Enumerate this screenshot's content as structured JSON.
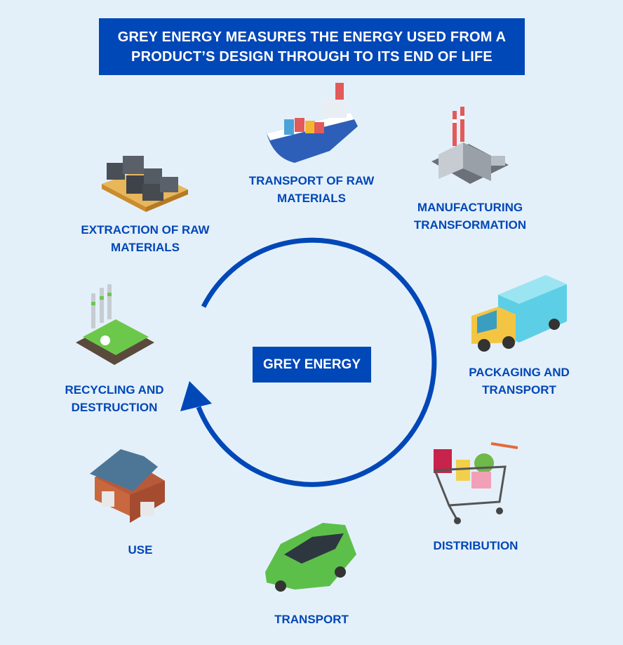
{
  "header": {
    "title_line1": "GREY ENERGY MEASURES THE ENERGY USED FROM A",
    "title_line2": "PRODUCT’S DESIGN THROUGH TO ITS END OF LIFE"
  },
  "center_label": "GREY ENERGY",
  "stages": [
    {
      "id": "extraction",
      "line1": "EXTRACTION OF RAW",
      "line2": "MATERIALS",
      "icon": "raw-materials-pallet-icon"
    },
    {
      "id": "transport-raw",
      "line1": "TRANSPORT OF RAW",
      "line2": "MATERIALS",
      "icon": "cargo-ship-icon"
    },
    {
      "id": "manufacturing",
      "line1": "MANUFACTURING",
      "line2": "TRANSFORMATION",
      "icon": "factory-icon"
    },
    {
      "id": "packaging",
      "line1": "PACKAGING AND",
      "line2": "TRANSPORT",
      "icon": "truck-icon"
    },
    {
      "id": "distribution",
      "line1": "DISTRIBUTION",
      "icon": "shopping-cart-icon"
    },
    {
      "id": "transport",
      "line1": "TRANSPORT",
      "icon": "car-icon"
    },
    {
      "id": "use",
      "line1": "USE",
      "icon": "house-icon"
    },
    {
      "id": "recycling",
      "line1": "RECYCLING AND",
      "line2": "DESTRUCTION",
      "icon": "recycling-plant-icon"
    }
  ],
  "colors": {
    "brand": "#0047b8",
    "background": "#e4f0f9"
  }
}
